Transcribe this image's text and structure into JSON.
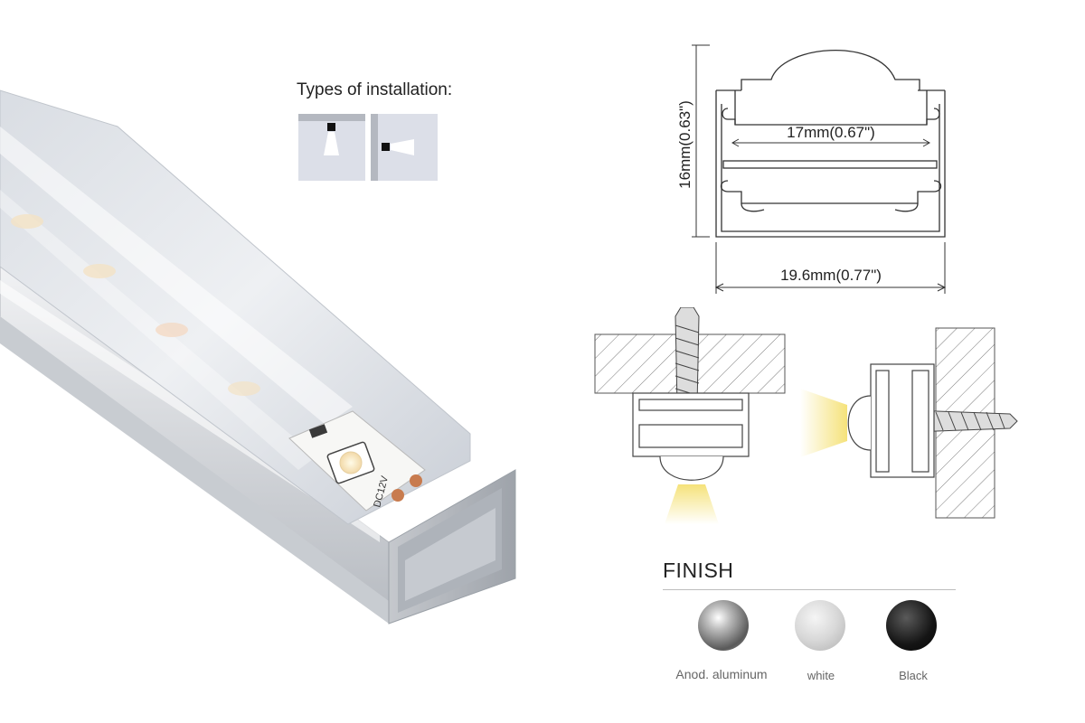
{
  "installation": {
    "title": "Types of installation:",
    "icons": [
      "ceiling-mount-icon",
      "wall-mount-icon"
    ]
  },
  "profile": {
    "height_label": "16mm(0.63\")",
    "inner_width_label": "17mm(0.67\")",
    "outer_width_label": "19.6mm(0.77\")"
  },
  "led_strip": {
    "marking": "DC12V",
    "plus": "+",
    "minus": "-"
  },
  "finish": {
    "title": "FINISH",
    "options": [
      {
        "label": "Anod. aluminum",
        "color": "#9a9a9a"
      },
      {
        "label": "white",
        "color": "#d8d8d8"
      },
      {
        "label": "Black",
        "color": "#151515"
      }
    ]
  },
  "colors": {
    "light": "#f5e27a",
    "hatch": "#7a7a7a",
    "line": "#3a3a3a",
    "aluminum": "#d7d9dc"
  }
}
